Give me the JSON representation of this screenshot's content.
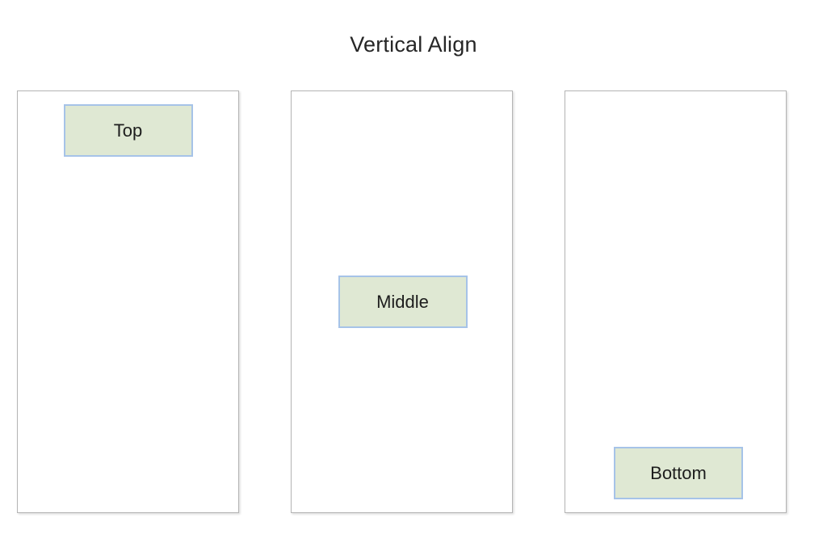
{
  "page": {
    "title": "Vertical Align",
    "background_color": "#ffffff",
    "title_color": "#262626"
  },
  "theme": {
    "container_border_color": "#b4b4b4",
    "container_fill_color": "#ffffff",
    "box_fill_color": "#dfe8d3",
    "box_border_color": "#a6c3e8",
    "box_text_color": "#1d1d1d"
  },
  "columns": [
    {
      "name": "top",
      "label": "Top",
      "alignment": "top"
    },
    {
      "name": "middle",
      "label": "Middle",
      "alignment": "middle"
    },
    {
      "name": "bottom",
      "label": "Bottom",
      "alignment": "bottom"
    }
  ]
}
